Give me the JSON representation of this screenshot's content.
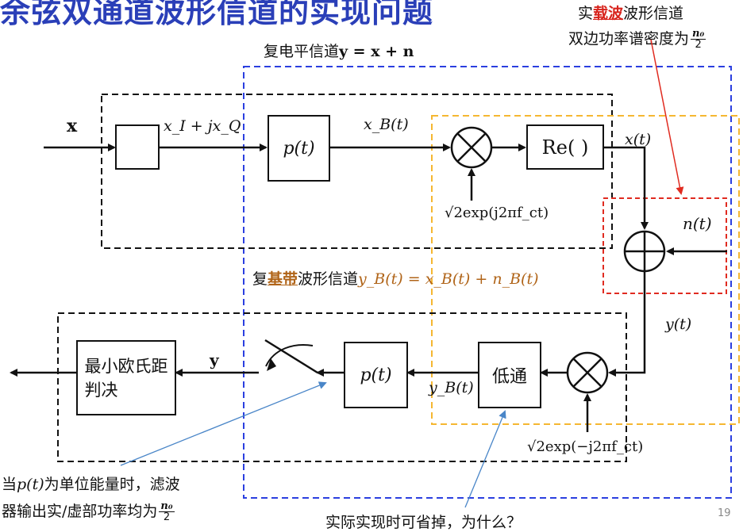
{
  "slide": {
    "title": "余弦双通道波形信道的实现问题",
    "page_number": "19"
  },
  "carrier_note": {
    "prefix": "实",
    "highlight": "载波",
    "suffix": "波形信道",
    "line2": "双边功率谱密度为",
    "frac_num": "n₀",
    "frac_den": "2"
  },
  "complex_channel": {
    "label": "复电平信道",
    "eq": "y = x + n"
  },
  "baseband_note": {
    "prefix": "复",
    "highlight": "基带",
    "suffix": "波形信道",
    "eq": "y_B(t) = x_B(t) + n_B(t)"
  },
  "signals": {
    "x_input": "x",
    "xi_jxq": "x_I + jx_Q",
    "xb": "x_B(t)",
    "x_t": "x(t)",
    "n_t": "n(t)",
    "y_t": "y(t)",
    "yb": "y_B(t)",
    "y_out": "y"
  },
  "blocks": {
    "pulse_tx": "p(t)",
    "re": "Re( )",
    "carrier_up": "√2exp(j2πf_ct)",
    "carrier_down": "√2exp(−j2πf_ct)",
    "lowpass": "低通",
    "pulse_rx": "p(t)",
    "detector": "最小欧氏距判决"
  },
  "bottom_left_note": {
    "line1_a": "当",
    "line1_math": "p(t)",
    "line1_b": "为单位能量时，滤波",
    "line2": "器输出实/虚部功率均为",
    "frac_num": "n₀",
    "frac_den": "2"
  },
  "bottom_center_note": "实际实现时可省掉，为什么？",
  "colors": {
    "title": "#2a3fb8",
    "blue_frame": "#2b3fe0",
    "orange_frame": "#f5b731",
    "red_frame": "#e02b20",
    "annotation_arrow": "#4a86c8"
  }
}
